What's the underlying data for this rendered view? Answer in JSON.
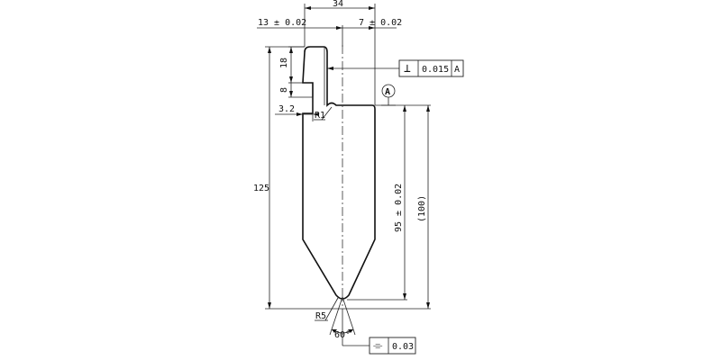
{
  "dims": {
    "overall_width": "34",
    "left_width": "13 ± 0.02",
    "right_width": "7 ± 0.02",
    "tang_height": "18",
    "notch_height": "8",
    "notch_width": "3.2",
    "radius_small": "R1",
    "total_height": "125",
    "blade_height": "95 ± 0.02",
    "ref_height": "(100)",
    "tip_radius": "R5",
    "tip_angle": "60°"
  },
  "datum": {
    "label": "A"
  },
  "fcf_perpendicularity": {
    "symbol": "⊥",
    "tolerance": "0.015",
    "datum": "A"
  },
  "fcf_symmetry": {
    "symbol": "⌯",
    "tolerance": "0.03"
  }
}
